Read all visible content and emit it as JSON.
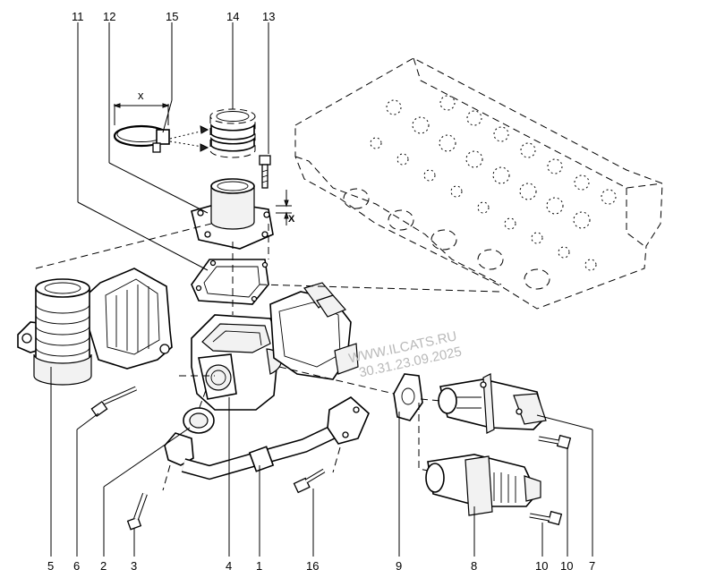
{
  "diagram": {
    "callouts": {
      "c11": "11",
      "c12": "12",
      "c15": "15",
      "c14": "14",
      "c13": "13",
      "c5": "5",
      "c6": "6",
      "c2": "2",
      "c3": "3",
      "c4": "4",
      "c1": "1",
      "c16": "16",
      "c9": "9",
      "c8": "8",
      "c10a": "10",
      "c10b": "10",
      "c7": "7"
    },
    "dimension_labels": {
      "clamp": "x",
      "flange": "X"
    },
    "watermark": {
      "site": "WWW.ILCATS.RU",
      "date": "30.31.23.09.2025"
    }
  }
}
